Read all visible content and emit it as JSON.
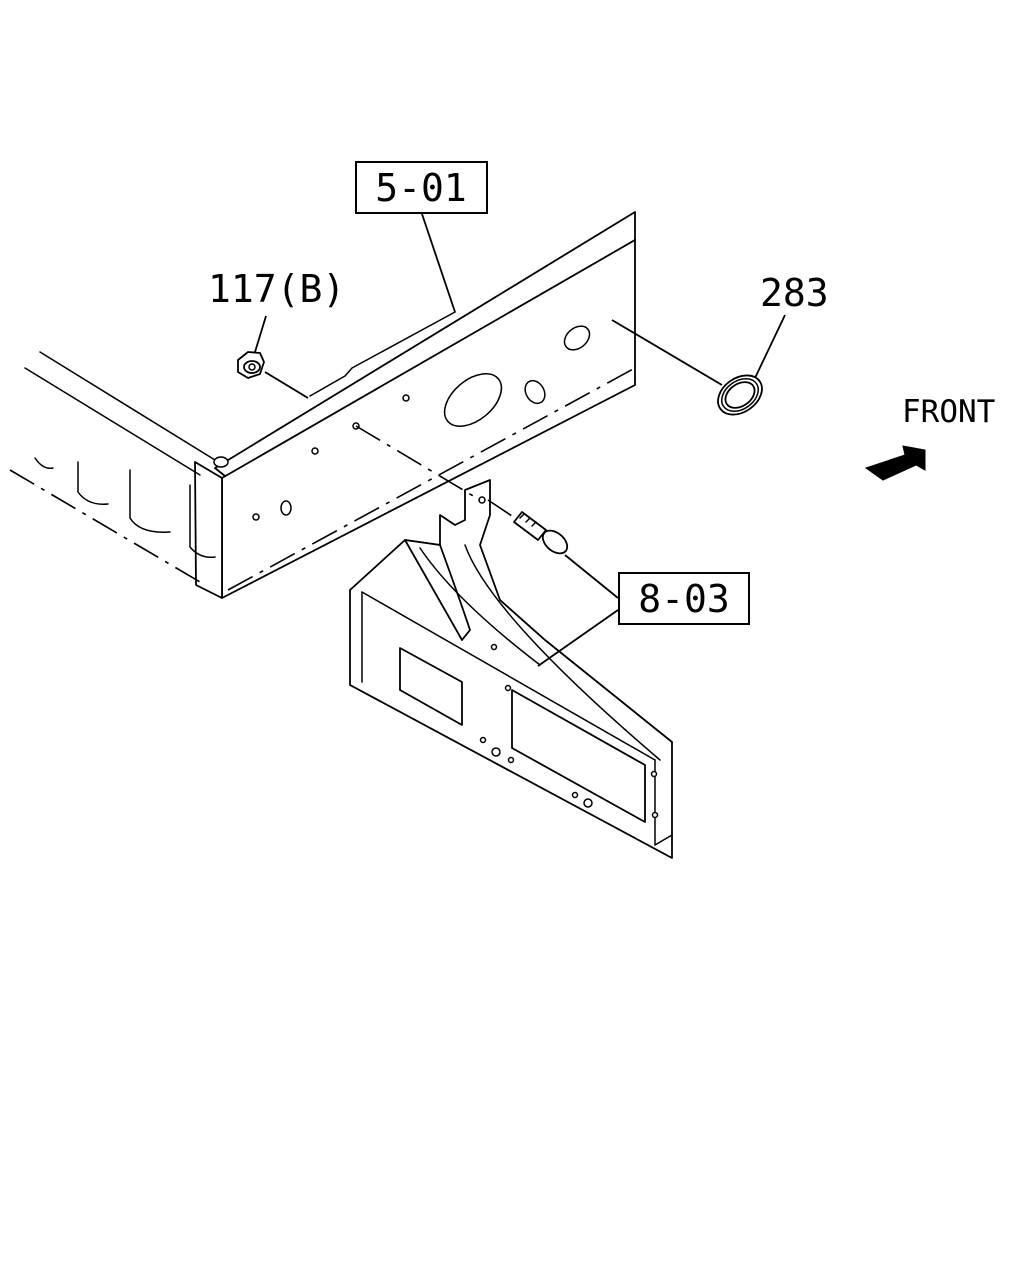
{
  "callouts": {
    "frame_ref": "5-01",
    "nut_ref": "117(B)",
    "plug_ref": "283",
    "bracket_ref": "8-03"
  },
  "direction": {
    "label": "FRONT",
    "icon": "arrow-icon"
  },
  "colors": {
    "line": "#000000",
    "background": "#ffffff"
  }
}
